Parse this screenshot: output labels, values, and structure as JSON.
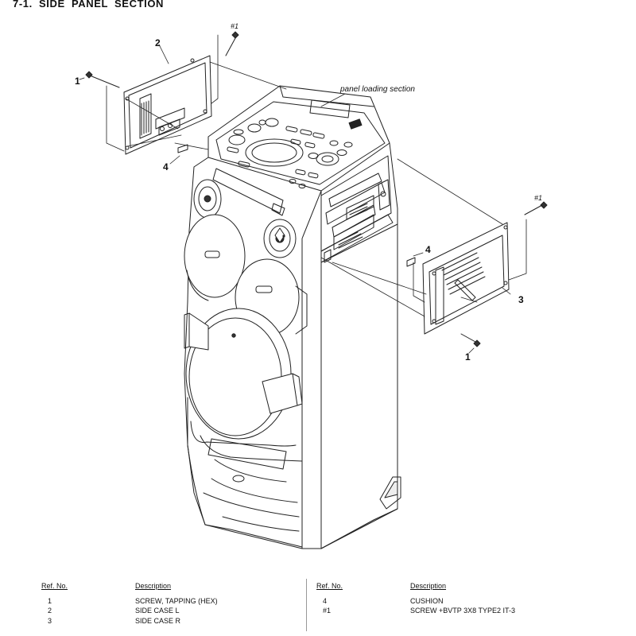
{
  "page_title": "7-1.   SIDE  PANEL  SECTION",
  "diagram": {
    "note": "panel loading section",
    "callouts": {
      "screw_tapping_left": "1",
      "side_case_l": "2",
      "screw_bvtp_top_left": "#1",
      "cushion_left": "4",
      "screw_bvtp_right": "#1",
      "cushion_right": "4",
      "side_case_r": "3",
      "screw_tapping_right": "1"
    }
  },
  "parts_table": {
    "headers": {
      "ref": "Ref. No.",
      "desc": "Description"
    },
    "left_rows": [
      {
        "ref": "1",
        "desc": "SCREW, TAPPING (HEX)"
      },
      {
        "ref": "2",
        "desc": "SIDE CASE L"
      },
      {
        "ref": "3",
        "desc": "SIDE CASE R"
      }
    ],
    "right_rows": [
      {
        "ref": "4",
        "desc": "CUSHION"
      },
      {
        "ref": "#1",
        "desc": "SCREW +BVTP 3X8 TYPE2 IT-3"
      }
    ]
  }
}
